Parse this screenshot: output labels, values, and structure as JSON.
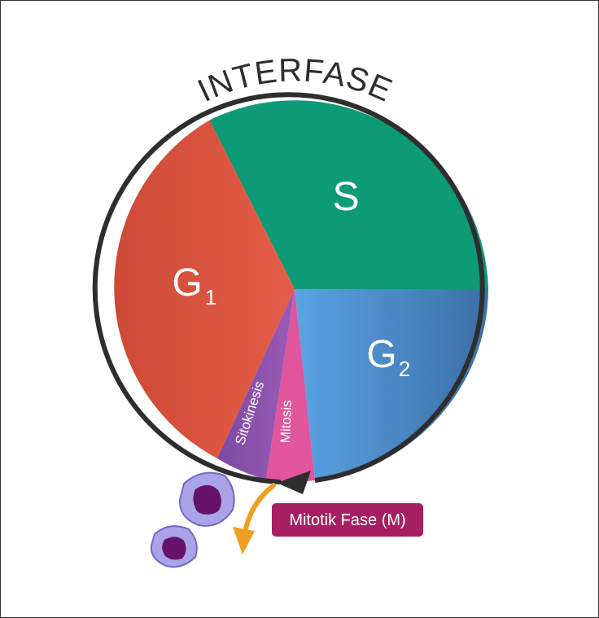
{
  "diagram": {
    "title": "INTERFASE",
    "phases": [
      {
        "id": "s",
        "label": "S",
        "sub": "",
        "color_start": "#0d9a76",
        "color_end": "#0d9a76"
      },
      {
        "id": "g1",
        "label": "G",
        "sub": "1",
        "color_start": "#cd4a36",
        "color_end": "#e55d48"
      },
      {
        "id": "g2",
        "label": "G",
        "sub": "2",
        "color_start": "#5aa3e3",
        "color_end": "#3c6fa7"
      },
      {
        "id": "sitokinesis",
        "label": "Sitokinesis",
        "sub": "",
        "color_start": "#7b4aa0",
        "color_end": "#9b5bb8"
      },
      {
        "id": "mitosis",
        "label": "Mitosis",
        "sub": "",
        "color_start": "#e0559c",
        "color_end": "#e0559c"
      }
    ],
    "callout": {
      "label": "Mitotik Fase (M)",
      "color": "#a61f62"
    },
    "colors": {
      "outline": "#2e2e2e",
      "arrow_orange": "#f0a020",
      "cell_fill": "#a9a4e8",
      "cell_stroke": "#6f69c8",
      "nucleus": "#66116a"
    },
    "icons": [
      "cycle-arrow-icon",
      "division-arrow-icon",
      "daughter-cell-icon"
    ]
  }
}
